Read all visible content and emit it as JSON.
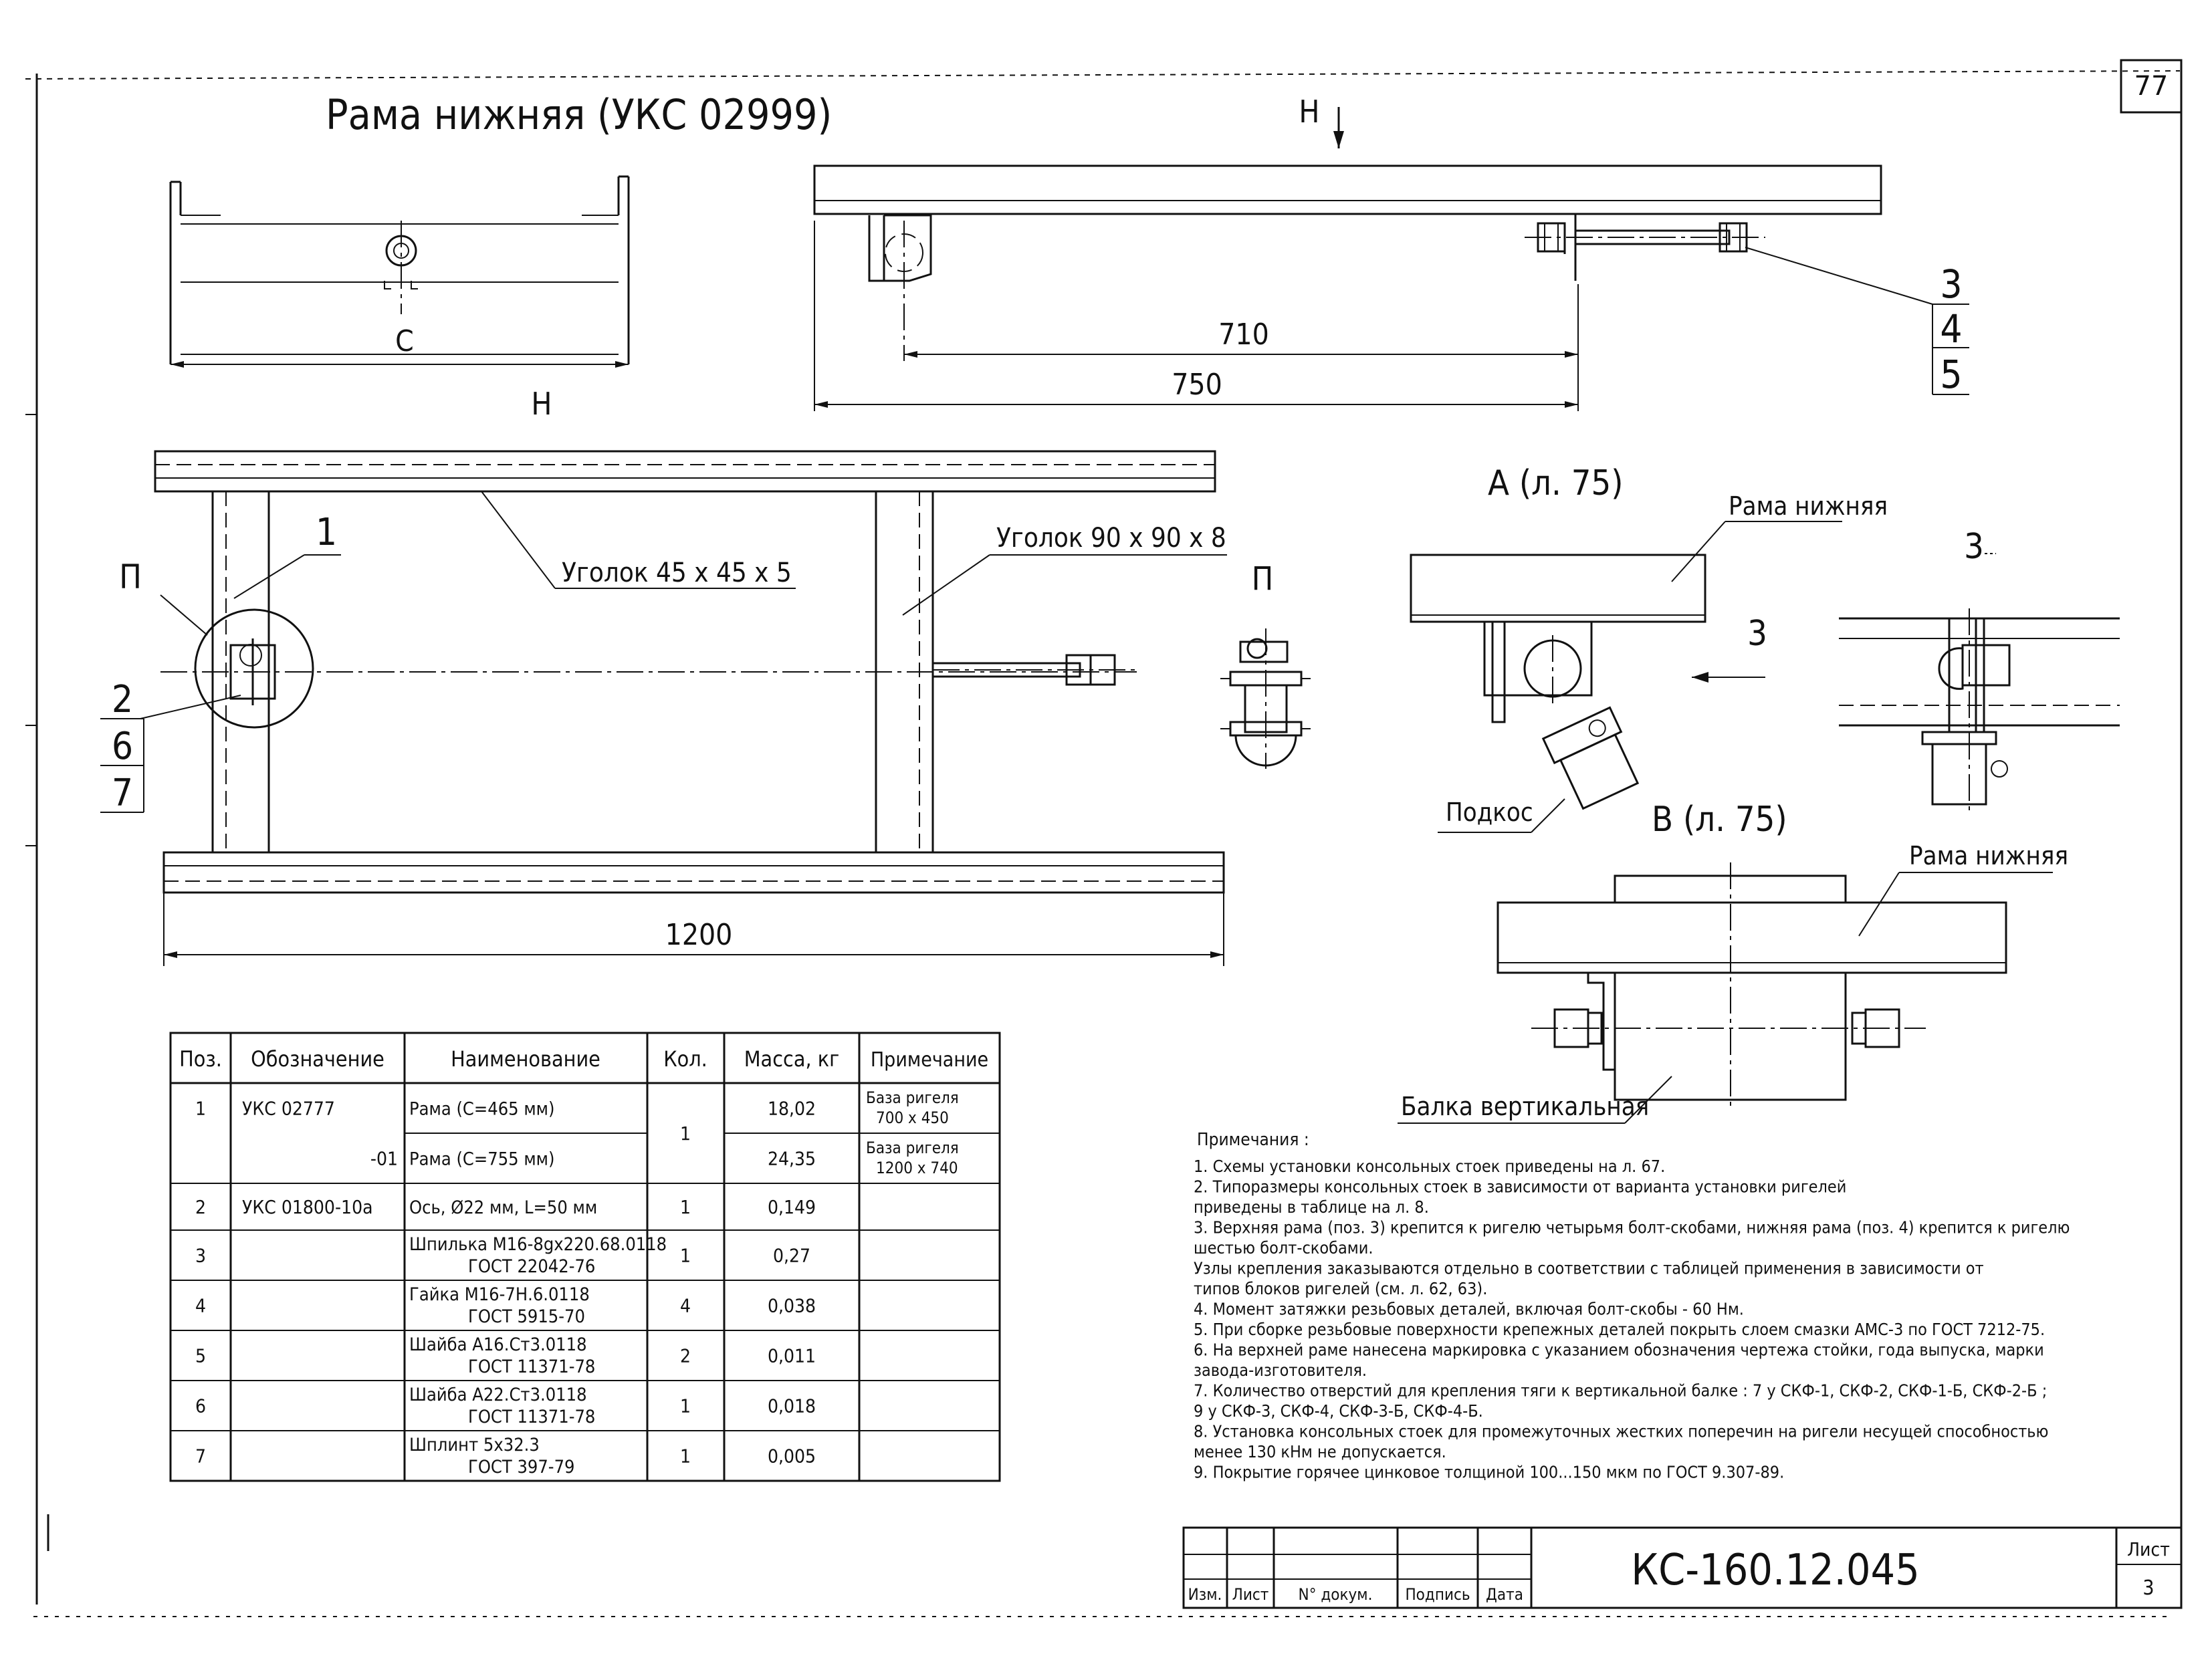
{
  "page_number": "77",
  "title": "Рама нижняя (УКС 02999)",
  "views": {
    "top_arrow": "Н",
    "side_dim_c": "С",
    "dim_710": "710",
    "dim_750": "750",
    "plan_label": "Н",
    "plan_dim_1200": "1200",
    "callout_1": "1",
    "callout_p": "П",
    "callout_2": "2",
    "callout_6": "6",
    "callout_7": "7",
    "callout_3": "3",
    "callout_4": "4",
    "callout_5": "5",
    "angle_small": "Уголок 45 х 45 х 5",
    "angle_large": "Уголок 90 х 90 х 8",
    "detail_p": "П",
    "view_a": "А (л. 75)",
    "view_a_frame": "Рама нижняя",
    "view_a_arrow": "3",
    "view_a_brace": "Подкос",
    "view_3": "3",
    "view_b": "В (л. 75)",
    "view_b_frame": "Рама нижняя",
    "view_b_beam": "Балка вертикальная"
  },
  "spec_table": {
    "headers": [
      "Поз.",
      "Обозначение",
      "Наименование",
      "Кол.",
      "Масса, кг",
      "Примечание"
    ],
    "rows": [
      {
        "pos": "1",
        "designation": "УКС 02777",
        "name": "Рама (С=465 мм)",
        "qty": "1",
        "mass": "18,02",
        "note": "База ригеля 700 х 450"
      },
      {
        "pos": "",
        "designation": "-01",
        "name": "Рама (С=755 мм)",
        "qty": "",
        "mass": "24,35",
        "note": "База ригеля 1200 х 740"
      },
      {
        "pos": "2",
        "designation": "УКС 01800-10а",
        "name": "Ось, Ø22 мм, L=50 мм",
        "qty": "1",
        "mass": "0,149",
        "note": ""
      },
      {
        "pos": "3",
        "designation": "",
        "name": "Шпилька М16-8gх220.68.0118 ГОСТ 22042-76",
        "qty": "1",
        "mass": "0,27",
        "note": ""
      },
      {
        "pos": "4",
        "designation": "",
        "name": "Гайка М16-7Н.6.0118 ГОСТ 5915-70",
        "qty": "4",
        "mass": "0,038",
        "note": ""
      },
      {
        "pos": "5",
        "designation": "",
        "name": "Шайба А16.Ст3.0118 ГОСТ 11371-78",
        "qty": "2",
        "mass": "0,011",
        "note": ""
      },
      {
        "pos": "6",
        "designation": "",
        "name": "Шайба А22.Ст3.0118 ГОСТ 11371-78",
        "qty": "1",
        "mass": "0,018",
        "note": ""
      },
      {
        "pos": "7",
        "designation": "",
        "name": "Шплинт 5х32.3 ГОСТ 397-79",
        "qty": "1",
        "mass": "0,005",
        "note": ""
      }
    ]
  },
  "notes": {
    "heading": "Примечания :",
    "lines": [
      "1. Схемы установки консольных стоек приведены на л. 67.",
      "2. Типоразмеры консольных стоек в зависимости от варианта установки ригелей",
      "    приведены в таблице на л. 8.",
      "3. Верхняя рама (поз. 3) крепится к ригелю четырьмя болт-скобами, нижняя рама (поз. 4) крепится к ригелю",
      "    шестью болт-скобами.",
      "    Узлы крепления заказываются отдельно в соответствии с таблицей применения в зависимости от",
      "    типов блоков ригелей (см. л. 62, 63).",
      "4. Момент затяжки резьбовых деталей, включая болт-скобы  -  60 Нм.",
      "5. При сборке резьбовые поверхности крепежных деталей покрыть слоем смазки АМС-3 по ГОСТ 7212-75.",
      "6. На верхней раме нанесена маркировка с указанием обозначения чертежа стойки, года выпуска, марки",
      "    завода-изготовителя.",
      "7. Количество отверстий для крепления тяги к вертикальной балке : 7 у СКФ-1, СКФ-2, СКФ-1-Б, СКФ-2-Б ;",
      "    9 у СКФ-3, СКФ-4, СКФ-3-Б, СКФ-4-Б.",
      "8. Установка консольных стоек для промежуточных жестких поперечин на ригели несущей способностью",
      "    менее 130 кНм не допускается.",
      "9. Покрытие горячее цинковое толщиной 100...150 мкм по ГОСТ 9.307-89."
    ]
  },
  "title_block": {
    "designation": "КС-160.12.045",
    "sheet_label": "Лист",
    "sheet_no": "3",
    "cols": [
      "Изм.",
      "Лист",
      "N° докум.",
      "Подпись",
      "Дата"
    ]
  }
}
